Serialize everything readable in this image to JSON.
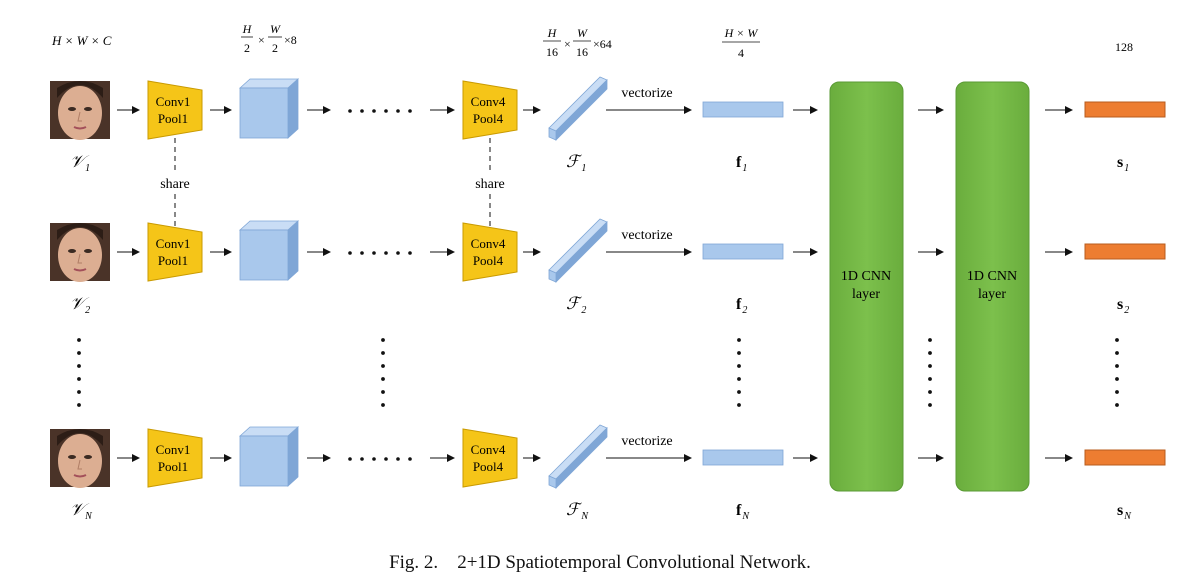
{
  "dims": {
    "input": "H × W × C",
    "stage1_num": "H",
    "stage1_den": "2",
    "stage1_num2": "W",
    "stage1_den2": "2",
    "stage1_tail": "×8",
    "stage2_num": "H",
    "stage2_den": "16",
    "stage2_num2": "W",
    "stage2_den2": "16",
    "stage2_tail": "×64",
    "vec_num": "H × W",
    "vec_den": "4",
    "out": "128"
  },
  "rows": [
    {
      "input": "𝒱",
      "input_sub": "1",
      "conv1_a": "Conv1",
      "conv1_b": "Pool1",
      "conv4_a": "Conv4",
      "conv4_b": "Pool4",
      "feat": "ℱ",
      "feat_sub": "1",
      "vec_label": "vectorize",
      "f": "f",
      "f_sub": "1",
      "s": "s",
      "s_sub": "1"
    },
    {
      "input": "𝒱",
      "input_sub": "2",
      "conv1_a": "Conv1",
      "conv1_b": "Pool1",
      "conv4_a": "Conv4",
      "conv4_b": "Pool4",
      "feat": "ℱ",
      "feat_sub": "2",
      "vec_label": "vectorize",
      "f": "f",
      "f_sub": "2",
      "s": "s",
      "s_sub": "2"
    },
    {
      "input": "𝒱",
      "input_sub": "N",
      "conv1_a": "Conv1",
      "conv1_b": "Pool1",
      "conv4_a": "Conv4",
      "conv4_b": "Pool4",
      "feat": "ℱ",
      "feat_sub": "N",
      "vec_label": "vectorize",
      "f": "f",
      "f_sub": "N",
      "s": "s",
      "s_sub": "N"
    }
  ],
  "share_label": "share",
  "cnn_layer_1": {
    "line1": "1D CNN",
    "line2": "layer"
  },
  "cnn_layer_2": {
    "line1": "1D CNN",
    "line2": "layer"
  },
  "caption": {
    "fig": "Fig. 2.",
    "title": "2+1D Spatiotemporal Convolutional Network."
  },
  "colors": {
    "conv_fill": "#f5c518",
    "conv_stroke": "#c99a00",
    "cube_front": "#a9c8ec",
    "cube_top": "#c9ddf5",
    "cube_side": "#7fa6d6",
    "vec_fill": "#a9c8ec",
    "cnn_fill": "#76b947",
    "cnn_stroke": "#5a9a35",
    "out_fill": "#ed7d31",
    "out_stroke": "#b85c1e"
  }
}
